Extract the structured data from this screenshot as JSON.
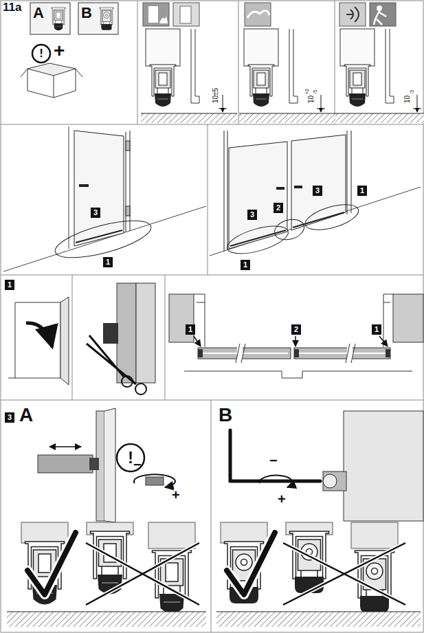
{
  "diagram": {
    "nodes": [
      {
        "text": [
          "3"
        ]
      },
      {
        "text": [
          "1"
        ]
      },
      {
        "text": [
          "3"
        ]
      },
      {
        "text": [
          "1"
        ]
      },
      {
        "text": [
          "3"
        ]
      },
      {
        "text": [
          "2"
        ]
      },
      {
        "text": [
          "1"
        ]
      },
      {
        "text": [
          "1"
        ]
      },
      {
        "text": [
          "1"
        ]
      },
      {
        "text": [
          "2"
        ]
      },
      {
        "text": [
          "1"
        ]
      },
      {
        "text": [
          "3"
        ]
      }
    ],
    "labels": [
      "11a",
      "A",
      "B",
      "!",
      "+",
      "10±5",
      "10",
      "+2",
      "-5",
      "10",
      "-5",
      "A",
      "!",
      "−",
      "+",
      "B",
      "−",
      "+"
    ]
  }
}
